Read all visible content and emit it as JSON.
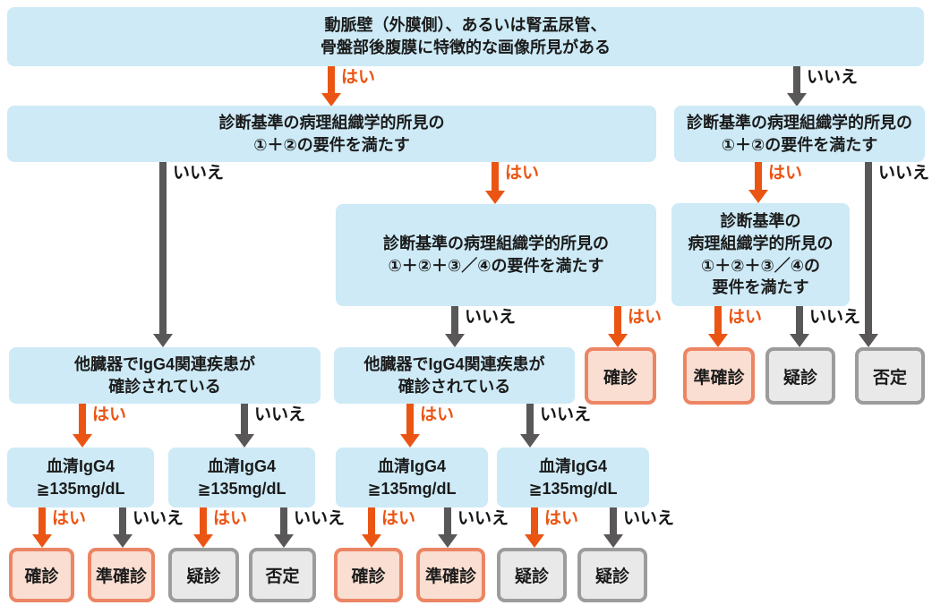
{
  "labels": {
    "yes": "はい",
    "no": "いいえ"
  },
  "colors": {
    "node_fill": "#cdeaf6",
    "yes_arrow": "#ea5514",
    "no_arrow": "#595757",
    "terminal_positive_fill": "#f9ded1",
    "terminal_positive_border": "#ec8564",
    "terminal_negative_fill": "#e9e9ea",
    "terminal_negative_border": "#9c9c9d",
    "text": "#1b1b1b"
  },
  "nodes": {
    "imaging": {
      "text": "動脈壁（外膜側）、あるいは腎盂尿管、\n骨盤部後腹膜に特徴的な画像所見がある"
    },
    "histo12_left": {
      "text": "診断基準の病理組織学的所見の\n①＋②の要件を満たす"
    },
    "histo12_right": {
      "text": "診断基準の病理組織学的所見の\n①＋②の要件を満たす"
    },
    "histo1234_mid": {
      "text": "診断基準の病理組織学的所見の\n①＋②＋③／④の要件を満たす"
    },
    "histo1234_right": {
      "text": "診断基準の\n病理組織学的所見の\n①＋②＋③／④の\n要件を満たす"
    },
    "other_organ_left": {
      "text": "他臓器でIgG4関連疾患が\n確診されている"
    },
    "other_organ_mid": {
      "text": "他臓器でIgG4関連疾患が\n確診されている"
    },
    "serum1": {
      "text": "血清IgG4\n≧135mg/dL"
    },
    "serum2": {
      "text": "血清IgG4\n≧135mg/dL"
    },
    "serum3": {
      "text": "血清IgG4\n≧135mg/dL"
    },
    "serum4": {
      "text": "血清IgG4\n≧135mg/dL"
    }
  },
  "terminals": {
    "mid_confirmed": "確診",
    "right_semi_confirmed": "準確診",
    "right_suspected": "疑診",
    "right_negative": "否定",
    "b1": "確診",
    "b2": "準確診",
    "b3": "疑診",
    "b4": "否定",
    "b5": "確診",
    "b6": "準確診",
    "b7": "疑診",
    "b8": "疑診"
  }
}
